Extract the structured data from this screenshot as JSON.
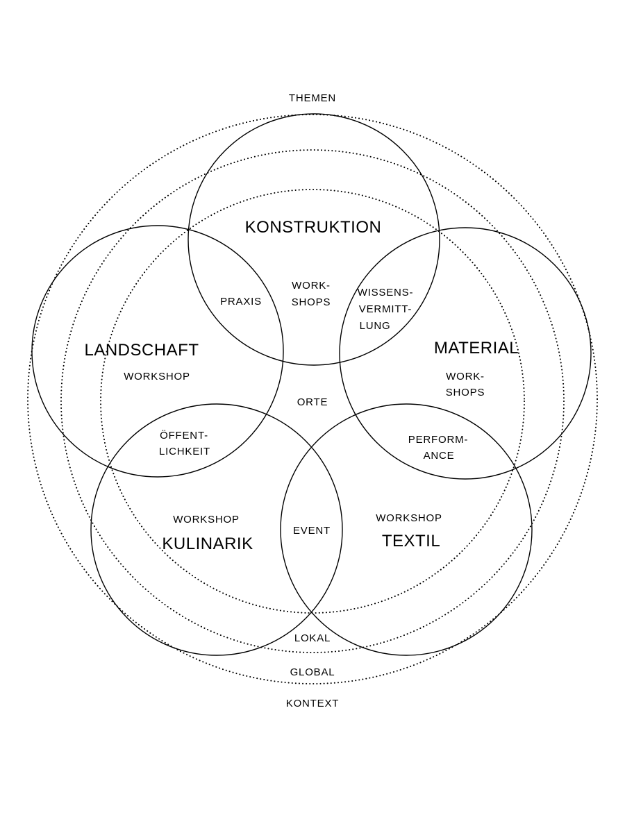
{
  "labels": {
    "themen": "THEMEN",
    "konstruktion": "KONSTRUKTION",
    "landschaft": "LANDSCHAFT",
    "material": "MATERIAL",
    "kulinarik": "KULINARIK",
    "textil": "TEXTIL",
    "praxis": "PRAXIS",
    "workshops_center_1": "WORK-",
    "workshops_center_2": "SHOPS",
    "wissens_1": "WISSENS-",
    "wissens_2": "VERMITT-",
    "wissens_3": "LUNG",
    "landschaft_workshop": "WORKSHOP",
    "material_workshops_1": "WORK-",
    "material_workshops_2": "SHOPS",
    "orte": "ORTE",
    "oeffentlichkeit_1": "ÖFFENT-",
    "oeffentlichkeit_2": "LICHKEIT",
    "performance_1": "PERFORM-",
    "performance_2": "ANCE",
    "kulinarik_workshop": "WORKSHOP",
    "event": "EVENT",
    "textil_workshop": "WORKSHOP",
    "lokal": "LOKAL",
    "global": "GLOBAL",
    "kontext": "KONTEXT"
  },
  "colors": {
    "stroke": "#000000",
    "background": "#ffffff"
  }
}
